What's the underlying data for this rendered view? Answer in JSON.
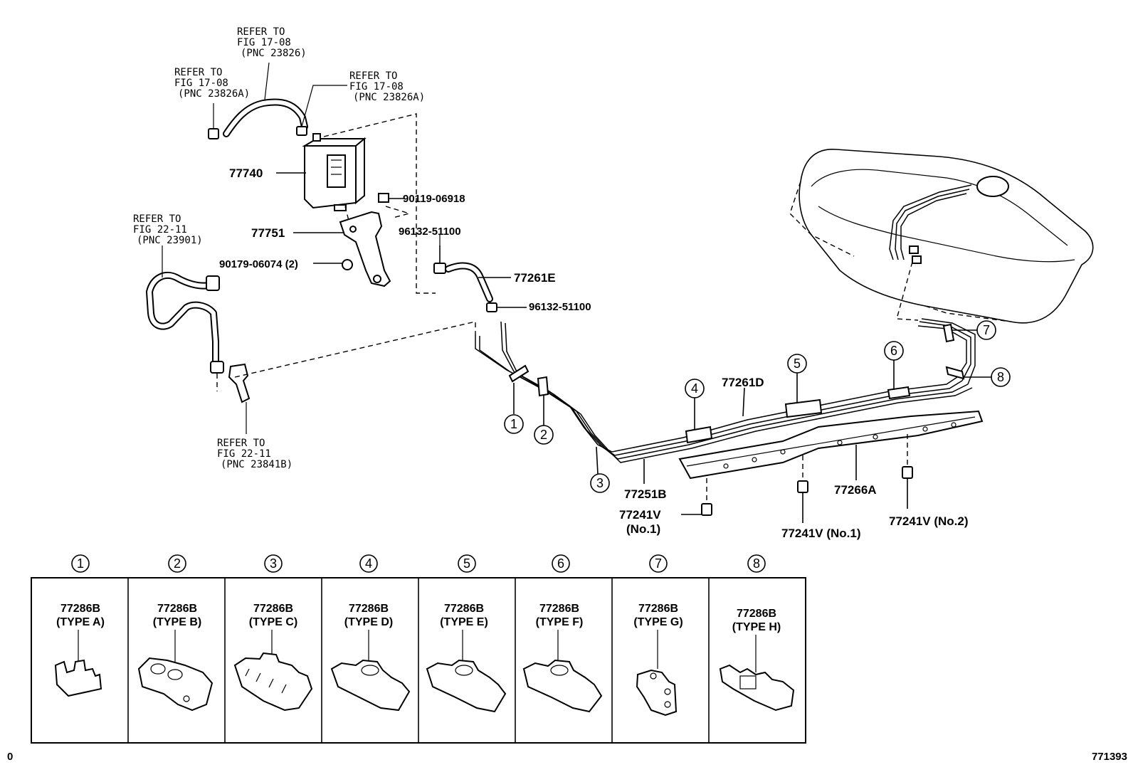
{
  "refs": {
    "r1": [
      "REFER TO",
      "FIG 17-08",
      "(PNC 23826)"
    ],
    "r2": [
      "REFER TO",
      "FIG 17-08",
      "(PNC 23826A)"
    ],
    "r3": [
      "REFER TO",
      "FIG 17-08",
      "(PNC 23826A)"
    ],
    "r4": [
      "REFER TO",
      "FIG 22-11",
      "(PNC 23901)"
    ],
    "r5": [
      "REFER TO",
      "FIG 22-11",
      "(PNC 23841B)"
    ]
  },
  "parts": {
    "p77740": "77740",
    "p77751": "77751",
    "p90119": "90119-06918",
    "p96132a": "96132-51100",
    "p90179": "90179-06074 (2)",
    "p77261e": "77261E",
    "p96132b": "96132-51100",
    "p77261d": "77261D",
    "p77251b": "77251B",
    "p77266a": "77266A",
    "p77241v_a": "77241V",
    "p77241v_a_sub": "(No.1)",
    "p77241v_b": "77241V (No.1)",
    "p77241v_c": "77241V (No.2)"
  },
  "callouts": [
    "1",
    "2",
    "3",
    "4",
    "5",
    "6",
    "7",
    "8"
  ],
  "clamps": [
    {
      "num": "1",
      "part": "77286B",
      "type": "(TYPE A)"
    },
    {
      "num": "2",
      "part": "77286B",
      "type": "(TYPE B)"
    },
    {
      "num": "3",
      "part": "77286B",
      "type": "(TYPE C)"
    },
    {
      "num": "4",
      "part": "77286B",
      "type": "(TYPE D)"
    },
    {
      "num": "5",
      "part": "77286B",
      "type": "(TYPE E)"
    },
    {
      "num": "6",
      "part": "77286B",
      "type": "(TYPE F)"
    },
    {
      "num": "7",
      "part": "77286B",
      "type": "(TYPE G)"
    },
    {
      "num": "8",
      "part": "77286B",
      "type": "(TYPE H)"
    }
  ],
  "footer": {
    "left": "0",
    "right": "771393"
  }
}
